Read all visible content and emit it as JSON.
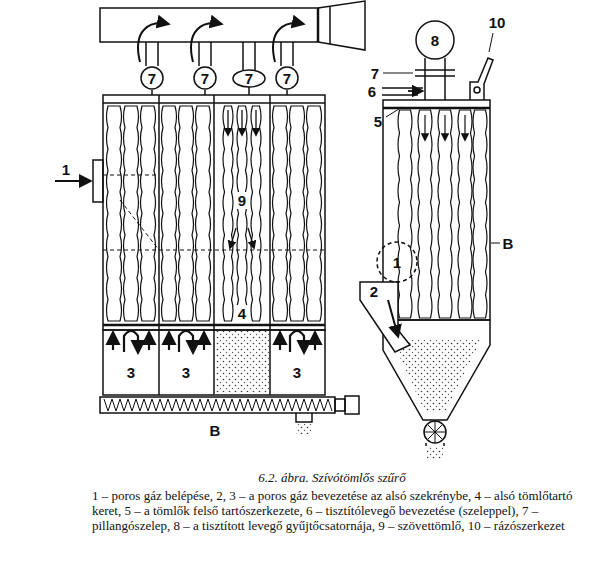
{
  "diagram": {
    "title": "6.2. ábra. Szívótömlős szűrő",
    "caption": "1 – poros gáz belépése, 2, 3 – a poros gáz bevezetése az alsó szekrénybe, 4 – alsó tömlőtartó keret, 5 – a tömlők felső tartószerkezete, 6 – tisztítólevegő bevezetése (szeleppel), 7 – pillangószelep, 8 – a tisztított levegő gyűjtőcsatornája, 9 – szövettömlő, 10 – rázószerkezet",
    "nodes": [
      {
        "text": [
          "8"
        ]
      },
      {
        "text": [
          "7"
        ]
      },
      {
        "text": [
          "7"
        ]
      },
      {
        "text": [
          "7"
        ]
      },
      {
        "text": [
          "7"
        ]
      },
      {
        "text": [
          "1"
        ]
      }
    ],
    "labels": [
      "10",
      "7",
      "6",
      "5",
      "1",
      "9",
      "2",
      "4",
      "3",
      "3",
      "3",
      "B",
      "B"
    ]
  }
}
